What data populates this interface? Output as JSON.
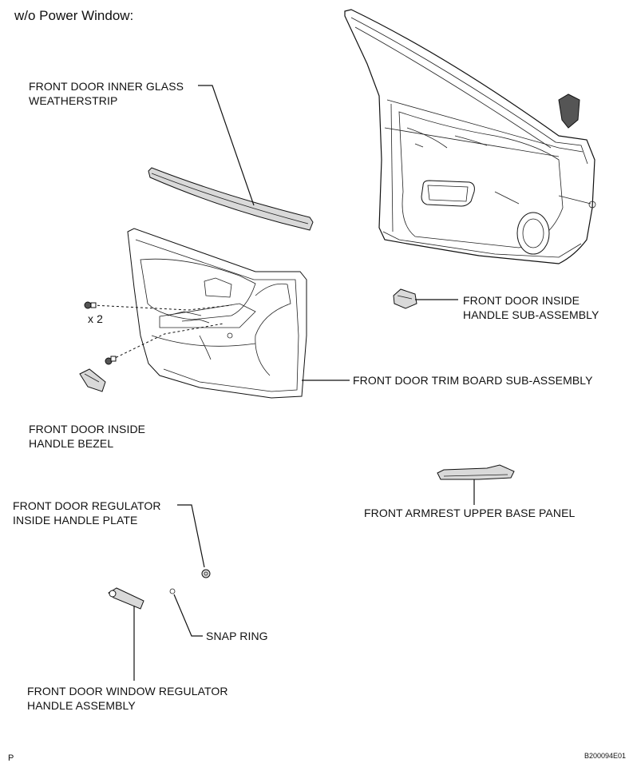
{
  "header": {
    "title": "w/o Power Window:"
  },
  "labels": {
    "inner_glass_weatherstrip": [
      "FRONT DOOR INNER GLASS",
      "WEATHERSTRIP"
    ],
    "inside_handle_subassembly": [
      "FRONT DOOR INSIDE",
      "HANDLE SUB-ASSEMBLY"
    ],
    "clip_count": "x 2",
    "trim_board": "FRONT DOOR TRIM BOARD SUB-ASSEMBLY",
    "inside_handle_bezel": [
      "FRONT DOOR INSIDE",
      "HANDLE BEZEL"
    ],
    "armrest_panel": "FRONT ARMREST UPPER BASE PANEL",
    "regulator_plate": [
      "FRONT DOOR REGULATOR",
      "INSIDE HANDLE PLATE"
    ],
    "snap_ring": "SNAP RING",
    "regulator_handle": [
      "FRONT DOOR WINDOW REGULATOR",
      "HANDLE ASSEMBLY"
    ]
  },
  "footer": {
    "left_mark": "P",
    "figure_id": "B200094E01"
  }
}
